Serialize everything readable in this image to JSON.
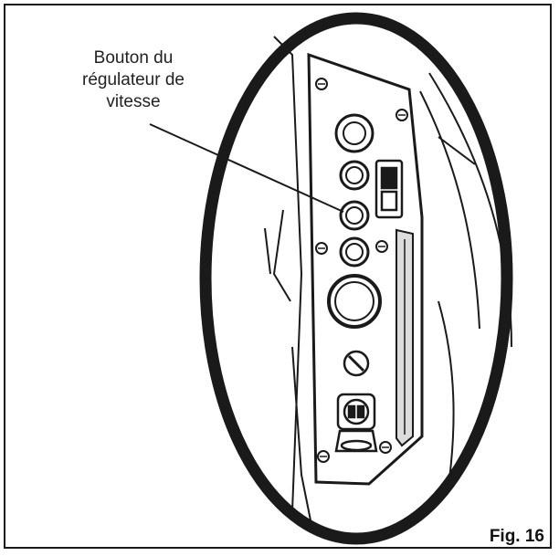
{
  "callout": {
    "line1": "Bouton du",
    "line2": "régulateur de",
    "line3": "vitesse"
  },
  "figure_label": "Fig. 16",
  "colors": {
    "ink": "#1a1a1a",
    "panel_fill": "#ffffff",
    "background": "#ffffff"
  }
}
